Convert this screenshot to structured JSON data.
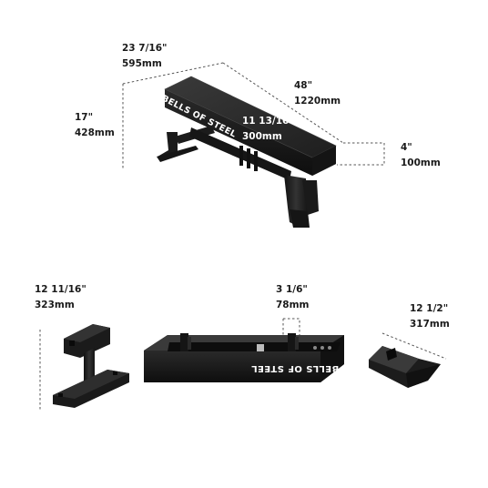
{
  "dimensions": {
    "width_top": {
      "imperial": "23 7/16\"",
      "metric": "595mm"
    },
    "length": {
      "imperial": "48\"",
      "metric": "1220mm"
    },
    "height": {
      "imperial": "17\"",
      "metric": "428mm"
    },
    "pad_width": {
      "imperial": "11 13/16\"",
      "metric": "300mm"
    },
    "pad_thickness": {
      "imperial": "4\"",
      "metric": "100mm"
    },
    "leg_height": {
      "imperial": "12 11/16\"",
      "metric": "323mm"
    },
    "slot_width": {
      "imperial": "3 1/6\"",
      "metric": "78mm"
    },
    "leg_length": {
      "imperial": "12 1/2\"",
      "metric": "317mm"
    }
  },
  "brand": {
    "text": "BELLS OF STEEL"
  },
  "colors": {
    "frame": "#1d1d1d",
    "pad": "#222222",
    "dash": "#555555"
  }
}
